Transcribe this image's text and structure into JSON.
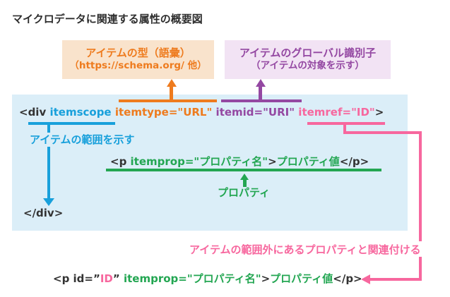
{
  "title": "マイクロデータに関連する属性の概要図",
  "palette": {
    "dark": "#333333",
    "blue": "#18a0db",
    "orange": "#ee7b1e",
    "purple": "#9448a2",
    "pink": "#f7679e",
    "green": "#23a652",
    "panel_bg": "#dbeef8",
    "item_type_box_bg": "#f9e3cc",
    "item_id_box_bg": "#f2e3f4",
    "title_color": "#2e2e2e"
  },
  "boxes": {
    "item_type": {
      "line1": "アイテムの型（語彙）",
      "line2": "（https://schema.org/ 他）"
    },
    "item_id": {
      "line1": "アイテムのグローバル識別子",
      "line2": "（アイテムの対象を示す）"
    }
  },
  "notes": {
    "itemscope": "アイテムの範囲を示す",
    "itemprop": "プロパティ",
    "itemref": "アイテムの範囲外にあるプロパティと関連付ける"
  },
  "code": {
    "open_tag": [
      {
        "text": "<div ",
        "color": "dark"
      },
      {
        "text": "itemscope",
        "color": "blue"
      },
      {
        "text": " ",
        "color": "dark"
      },
      {
        "text": "itemtype=\"URL\"",
        "color": "orange"
      },
      {
        "text": " ",
        "color": "dark"
      },
      {
        "text": "itemid=\"URI\"",
        "color": "purple"
      },
      {
        "text": " ",
        "color": "dark"
      },
      {
        "text": "itemref=\"ID\"",
        "color": "pink"
      },
      {
        "text": ">",
        "color": "dark"
      }
    ],
    "inner_p": [
      {
        "text": "<p ",
        "color": "dark"
      },
      {
        "text": "itemprop=\"プロパティ名\"",
        "color": "green"
      },
      {
        "text": ">",
        "color": "dark"
      },
      {
        "text": "プロパティ値",
        "color": "green"
      },
      {
        "text": "</p>",
        "color": "dark"
      }
    ],
    "close_div": [
      {
        "text": "</div>",
        "color": "dark"
      }
    ],
    "outer_p": [
      {
        "text": "<p id=”",
        "color": "dark"
      },
      {
        "text": "ID",
        "color": "pink"
      },
      {
        "text": "” ",
        "color": "dark"
      },
      {
        "text": "itemprop=\"プロパティ名\"",
        "color": "green"
      },
      {
        "text": ">",
        "color": "dark"
      },
      {
        "text": "プロパティ値",
        "color": "green"
      },
      {
        "text": "</p>",
        "color": "dark"
      }
    ]
  }
}
